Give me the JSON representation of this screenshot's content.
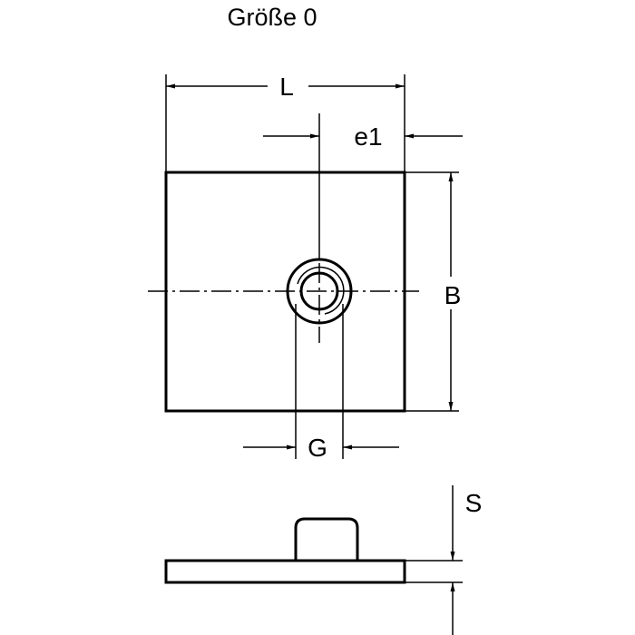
{
  "title": "Größe 0",
  "dimensions": {
    "length": "L",
    "edge_offset": "e1",
    "width": "B",
    "thread": "G",
    "thickness": "S"
  },
  "colors": {
    "line": "#000000",
    "background": "#ffffff"
  }
}
